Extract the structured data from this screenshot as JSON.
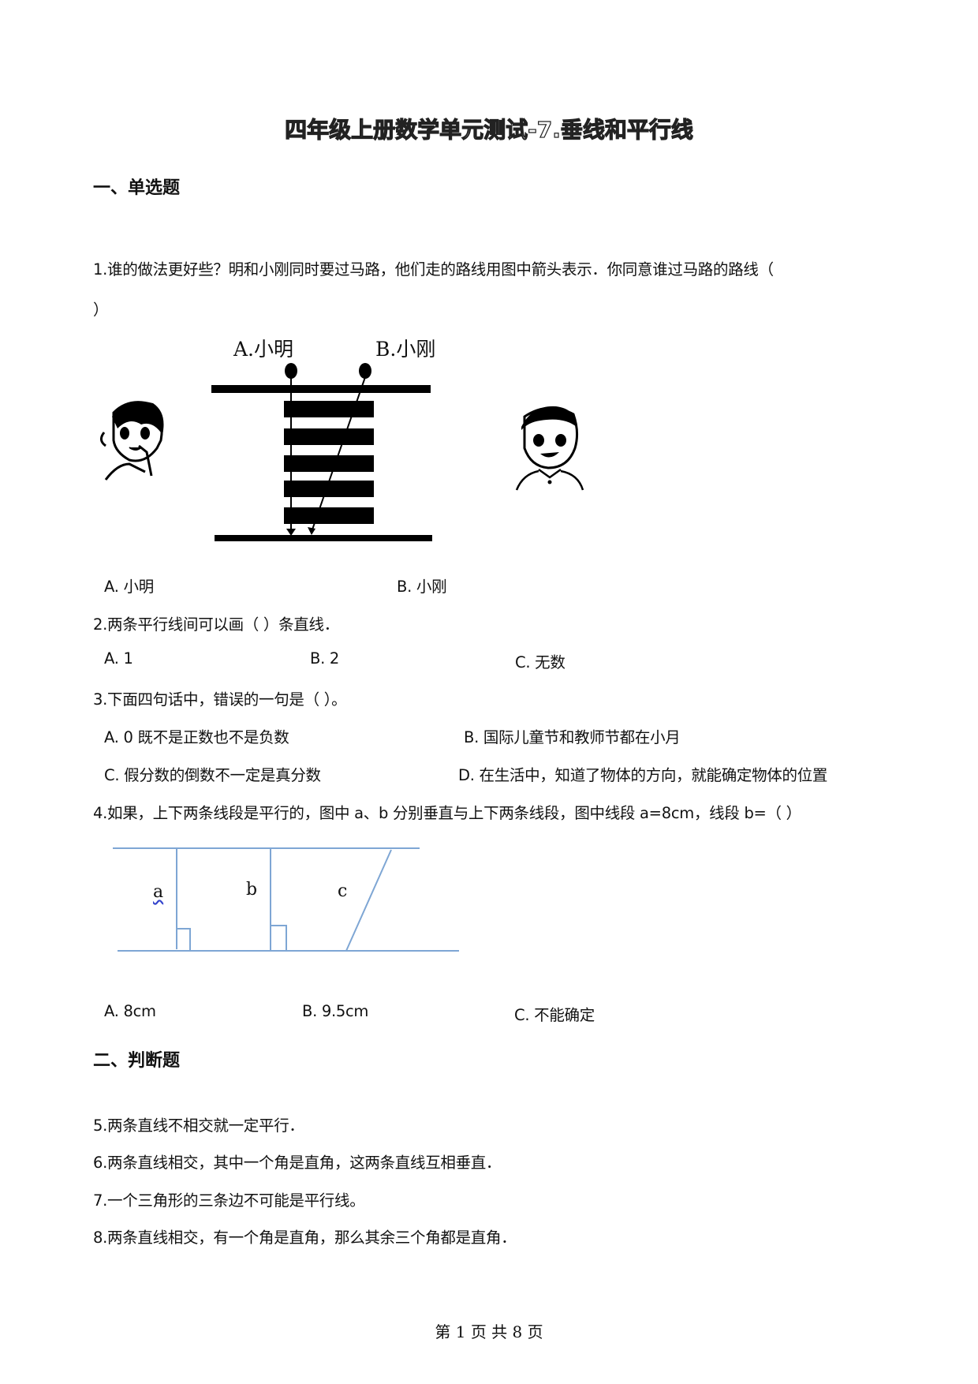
{
  "document": {
    "title": "四年级上册数学单元测试-7.垂线和平行线",
    "sections": [
      {
        "label": "一、单选题"
      },
      {
        "label": "二、判断题"
      }
    ],
    "questions": [
      {
        "number": "1",
        "text_line1": "1.谁的做法更好些？明和小刚同时要过马路，他们走的路线用图中箭头表示．你同意谁过马路的路线（",
        "text_line2": "）",
        "figure": {
          "label_a": "A.小明",
          "label_b": "B.小刚"
        },
        "options": [
          "A. 小明",
          "B. 小刚"
        ]
      },
      {
        "number": "2",
        "text": "2.两条平行线间可以画（   ）条直线．",
        "options": [
          "A. 1",
          "B. 2",
          "C. 无数"
        ]
      },
      {
        "number": "3",
        "text": "3.下面四句话中，错误的一句是（    ）。",
        "options": [
          "A. 0 既不是正数也不是负数",
          "B. 国际儿童节和教师节都在小月",
          "C. 假分数的倒数不一定是真分数",
          "D. 在生活中，知道了物体的方向，就能确定物体的位置"
        ]
      },
      {
        "number": "4",
        "text": "4.如果，上下两条线段是平行的，图中 a、b 分别垂直与上下两条线段，图中线段 a=8cm，线段 b=（    ）",
        "figure": {
          "label_a": "a",
          "label_b": "b",
          "label_c": "c",
          "line_color": "#7ea6d4"
        },
        "options": [
          "A. 8cm",
          "B. 9.5cm",
          "C. 不能确定"
        ]
      },
      {
        "number": "5",
        "text": "5.两条直线不相交就一定平行．"
      },
      {
        "number": "6",
        "text": "6.两条直线相交，其中一个角是直角，这两条直线互相垂直．"
      },
      {
        "number": "7",
        "text": "7.一个三角形的三条边不可能是平行线。"
      },
      {
        "number": "8",
        "text": "8.两条直线相交，有一个角是直角，那么其余三个角都是直角．"
      }
    ],
    "footer": "第 1 页 共 8 页"
  }
}
